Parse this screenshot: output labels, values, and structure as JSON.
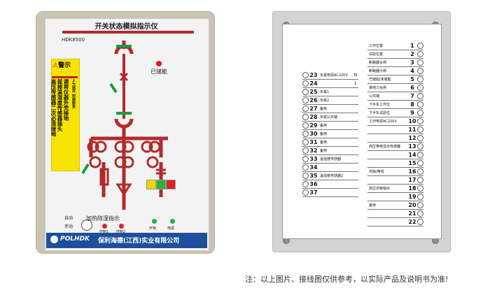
{
  "front": {
    "title": "开关状态模拟指示仪",
    "model": "HDK8500",
    "stored_energy_label": "已储能",
    "warning": {
      "title": "警示",
      "lines": [
        "人为损坏 封面标签",
        "请将仪器外壳接地",
        "拔掉温湿度传感器插头",
        "高压传感器二次必须接地"
      ]
    },
    "bottom_labels": {
      "auto": "自动",
      "manual": "手动",
      "heating_title": "加热除湿指示",
      "control1": "控制1",
      "control2": "控制2",
      "switch_on": "开锁",
      "power": "电源"
    },
    "logo": "POLHDK",
    "company": "保利海德(江西)实业有限公司"
  },
  "back": {
    "left_rows": [
      {
        "num": "23",
        "label": "负载电源AC220V",
        "mark": "N"
      },
      {
        "num": "24",
        "label": "",
        "mark": "L"
      },
      {
        "num": "25",
        "label": "负载1",
        "mark": ""
      },
      {
        "num": "26",
        "label": "负载2",
        "mark": ""
      },
      {
        "num": "27",
        "label": "备用",
        "mark": ""
      },
      {
        "num": "28",
        "label": "负载公共端",
        "mark": ""
      },
      {
        "num": "29",
        "label": "备用",
        "mark": ""
      },
      {
        "num": "30",
        "label": "备用",
        "mark": ""
      },
      {
        "num": "31",
        "label": "备用",
        "mark": ""
      },
      {
        "num": "32",
        "label": "备用",
        "mark": ""
      },
      {
        "num": "33",
        "label": "温湿度传感器",
        "mark": ""
      },
      {
        "num": "34",
        "label": "",
        "mark": ""
      },
      {
        "num": "35",
        "label": "温湿度传感器2",
        "mark": ""
      },
      {
        "num": "36",
        "label": "",
        "mark": ""
      },
      {
        "num": "37",
        "label": "",
        "mark": ""
      }
    ],
    "right_rows": [
      {
        "num": "1",
        "label": "工作位置"
      },
      {
        "num": "2",
        "label": "试验位置"
      },
      {
        "num": "3",
        "label": "断路器合闸"
      },
      {
        "num": "4",
        "label": "断路器分闸"
      },
      {
        "num": "5",
        "label": "已储能/未储能"
      },
      {
        "num": "6",
        "label": "接地刀合闸"
      },
      {
        "num": "7",
        "label": "公共端"
      },
      {
        "num": "8",
        "label": "下手车工作位"
      },
      {
        "num": "9",
        "label": "下手车试验位"
      },
      {
        "num": "10",
        "label": "工作电源AC220V"
      },
      {
        "num": "11",
        "label": ""
      },
      {
        "num": "12",
        "label": ""
      },
      {
        "num": "13",
        "label": "高压带电显示传感器"
      },
      {
        "num": "14",
        "label": ""
      },
      {
        "num": "15",
        "label": ""
      },
      {
        "num": "16",
        "label": "闭锁/带线"
      },
      {
        "num": "17",
        "label": ""
      },
      {
        "num": "18",
        "label": "高压闭锁输出"
      },
      {
        "num": "19",
        "label": ""
      },
      {
        "num": "20",
        "label": "备用"
      },
      {
        "num": "21",
        "label": ""
      },
      {
        "num": "22",
        "label": ""
      }
    ]
  },
  "note": "注：以上图片、接线图仅供参考，以实际产品及说明书为准!"
}
